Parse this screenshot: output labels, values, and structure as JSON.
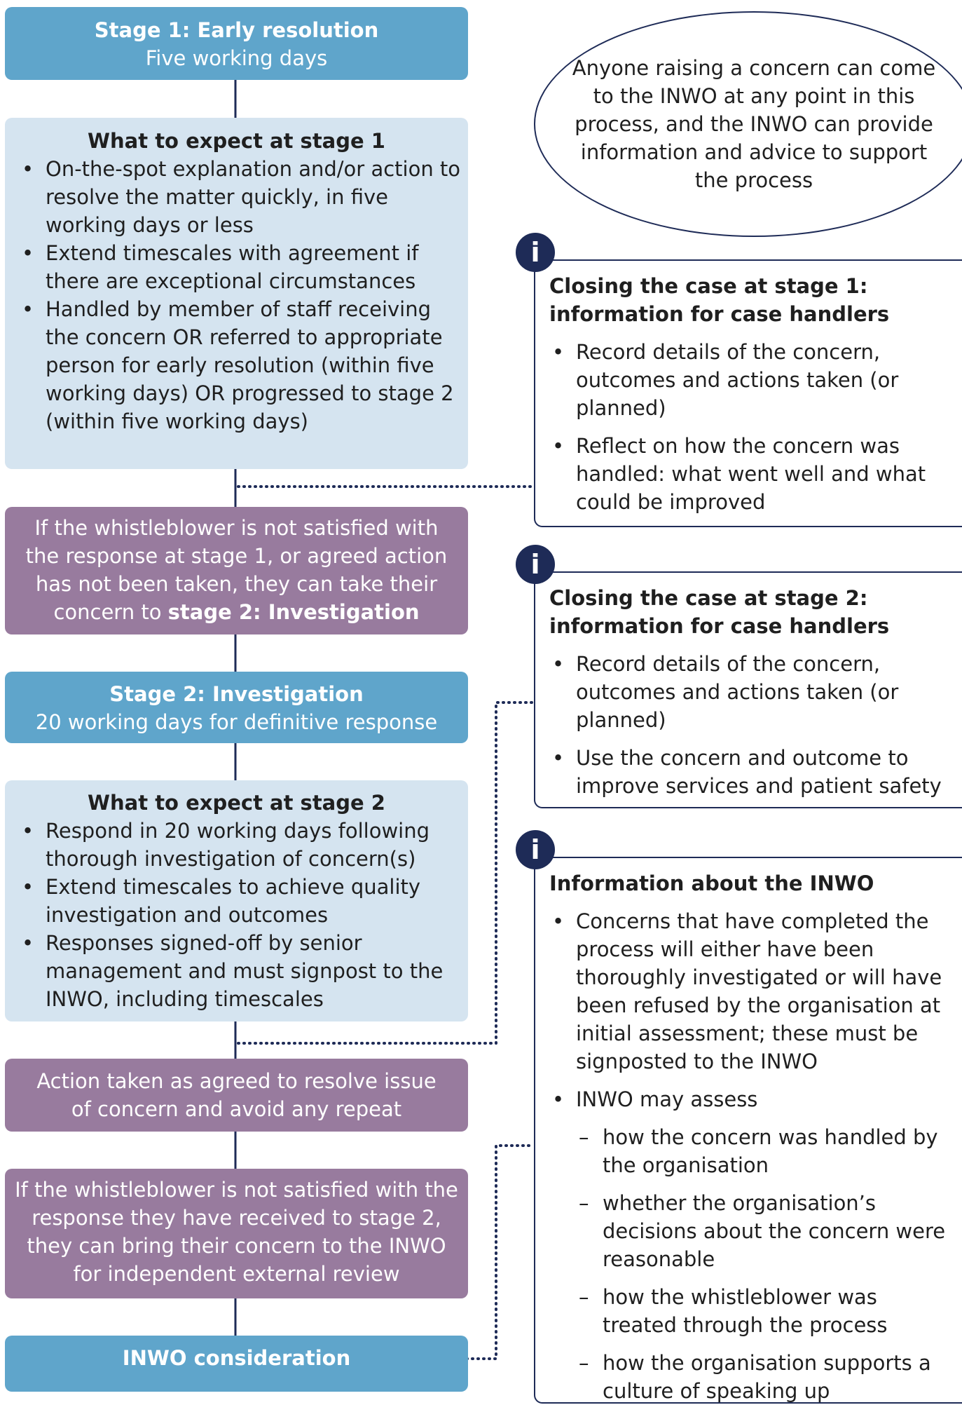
{
  "stage1": {
    "title": "Stage 1: Early resolution",
    "subtitle": "Five working days"
  },
  "expect1": {
    "heading": "What to expect at stage 1",
    "items": [
      "On-the-spot explanation and/or action to resolve the matter quickly, in five working days or less",
      "Extend timescales with agreement if there are exceptional circumstances",
      "Handled by member of staff receiving the concern OR referred to appropriate person for early resolution (within five working days) OR progressed to stage 2 (within five working days)"
    ]
  },
  "escalate1": {
    "text": "If the whistleblower is not satisfied with the response at stage 1, or agreed action has not been taken, they can take their concern to ",
    "bold": "stage 2: Investigation"
  },
  "stage2": {
    "title": "Stage 2: Investigation",
    "subtitle": "20 working days for definitive response"
  },
  "expect2": {
    "heading": "What to expect at stage 2",
    "items": [
      "Respond in 20 working days following thorough investigation of concern(s)",
      "Extend timescales to achieve quality investigation and outcomes",
      "Responses signed-off by senior management and must signpost to the INWO, including timescales"
    ]
  },
  "action": {
    "text": "Action taken as agreed to resolve issue of concern and avoid any repeat"
  },
  "escalate2": {
    "text": "If the whistleblower is not satisfied with the response they have received to stage 2, they can bring their concern to the INWO for independent external review"
  },
  "inwo": {
    "title": "INWO consideration"
  },
  "ellipse": {
    "text": "Anyone raising a concern can come to the INWO at any point in this process, and the INWO can provide information and advice to support the process"
  },
  "info1": {
    "icon": "i",
    "heading": "Closing the case at stage 1: information for case handlers",
    "items": [
      "Record details of the concern, outcomes and actions taken (or planned)",
      "Reflect on how the concern was handled: what went well and what could be improved"
    ]
  },
  "info2": {
    "icon": "i",
    "heading": "Closing the case at stage 2: information for case handlers",
    "items": [
      "Record details of the concern, outcomes and actions taken (or planned)",
      "Use the concern and outcome to improve services and patient safety"
    ]
  },
  "info3": {
    "icon": "i",
    "heading": "Information about the INWO",
    "items": [
      "Concerns that have completed the process will either have been thoroughly investigated or will have been refused by the organisation at initial assessment; these must be signposted to the INWO",
      "INWO may assess"
    ],
    "subitems": [
      "how the concern was handled by the organisation",
      "whether the organisation’s decisions about the concern were reasonable",
      "how the whistleblower was treated through the process",
      "how the organisation supports a culture of speaking up"
    ]
  },
  "colors": {
    "blue": "#5fa5cb",
    "light_blue": "#d5e4f0",
    "purple": "#987b9e",
    "navy": "#1e2b57"
  }
}
